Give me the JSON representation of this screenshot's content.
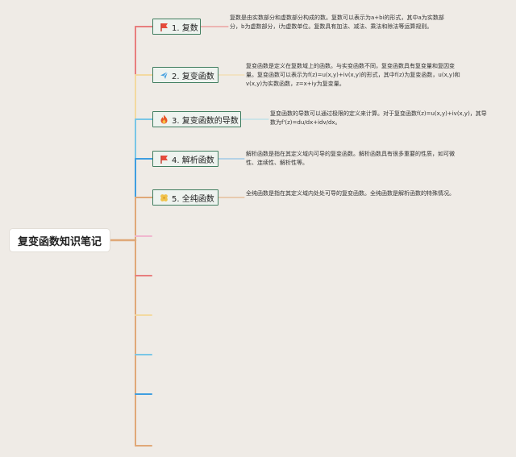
{
  "root": {
    "title": "复变函数知识笔记"
  },
  "topics": [
    {
      "label": "1. 复数",
      "icon": "red-flag-icon",
      "desc": "复数是由实数部分和虚数部分构成的数。复数可以表示为a+bi的形式，其中a为实数部分，b为虚数部分，i为虚数单位。复数具有加法、减法、乘法和除法等运算规则。"
    },
    {
      "label": "2. 复变函数",
      "icon": "paper-plane-icon",
      "desc": "复变函数是定义在复数域上的函数。与实变函数不同，复变函数具有复变量和复因变量。复变函数可以表示为f(z)=u(x,y)+iv(x,y)的形式，其中f(z)为复变函数，u(x,y)和v(x,y)为实数函数，z=x+iy为复变量。"
    },
    {
      "label": "3. 复变函数的导数",
      "icon": "fire-icon",
      "desc": "复变函数的导数可以通过极限的定义来计算。对于复变函数f(z)=u(x,y)+iv(x,y)，其导数为f'(z)=du/dx+idv/dx。"
    },
    {
      "label": "4. 解析函数",
      "icon": "red-flag-icon",
      "desc": "解析函数是指在其定义域内可导的复变函数。解析函数具有很多重要的性质，如可微性、连续性、解析性等。"
    },
    {
      "label": "5. 全纯函数",
      "icon": "clover-icon",
      "desc": "全纯函数是指在其定义域内处处可导的复变函数。全纯函数是解析函数的特殊情况。"
    }
  ],
  "colors": {
    "background": "#efebe6",
    "node_border": "#3f7d5f",
    "node_fill": "#eef3ef",
    "branch_colors": [
      "#e87e7e",
      "#f3d9a0",
      "#79c6e6",
      "#3f9ee0",
      "#e0a878"
    ],
    "stub_colors": [
      "#f0b7cf",
      "#e87e7e",
      "#f3d9a0",
      "#79c6e6",
      "#3f9ee0",
      "#e0a878"
    ]
  }
}
